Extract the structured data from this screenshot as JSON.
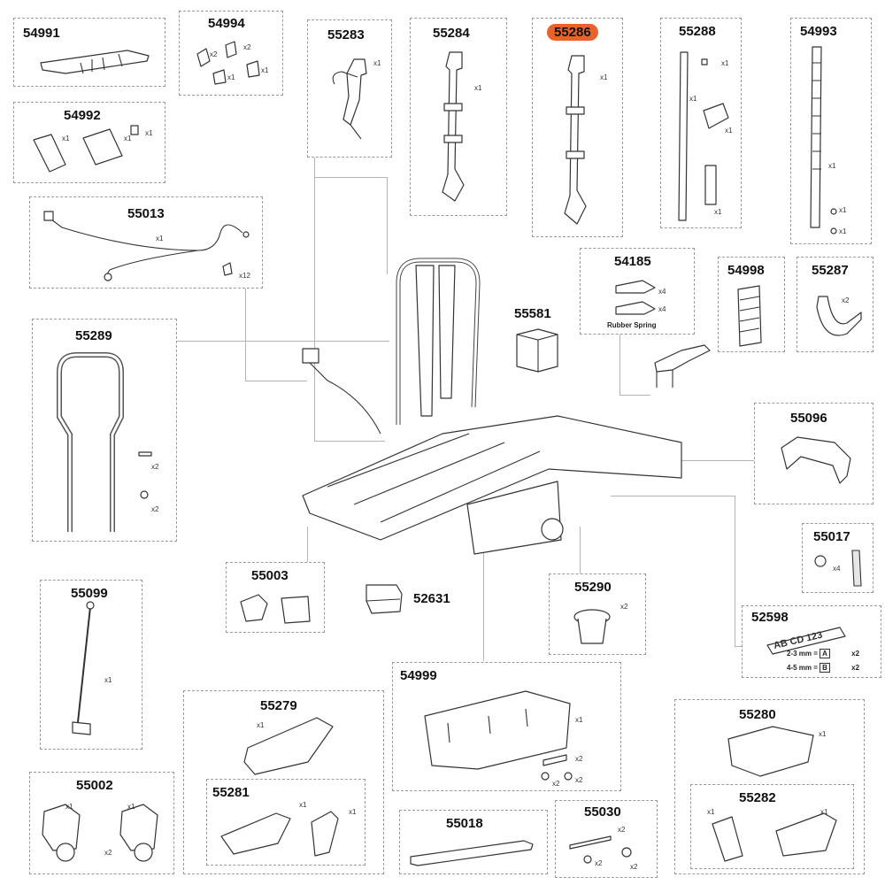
{
  "parts": {
    "p54991": {
      "number": "54991"
    },
    "p54994": {
      "number": "54994",
      "qty": [
        "x2",
        "x2",
        "x1",
        "x1"
      ]
    },
    "p54992": {
      "number": "54992",
      "qty": [
        "x1",
        "x1",
        "x1"
      ]
    },
    "p55013": {
      "number": "55013",
      "qty": [
        "x1",
        "x12"
      ]
    },
    "p55283": {
      "number": "55283",
      "qty": [
        "x1"
      ]
    },
    "p55284": {
      "number": "55284",
      "qty": [
        "x1"
      ]
    },
    "p55286": {
      "number": "55286",
      "qty": [
        "x1"
      ],
      "highlight": "#e8622c"
    },
    "p55288": {
      "number": "55288",
      "qty": [
        "x1",
        "x1",
        "x1",
        "x1"
      ]
    },
    "p54993": {
      "number": "54993",
      "qty": [
        "x1",
        "x1",
        "x1"
      ]
    },
    "p54185": {
      "number": "54185",
      "qty": [
        "x4",
        "x4"
      ],
      "caption": "Rubber Spring"
    },
    "p54998": {
      "number": "54998"
    },
    "p55287": {
      "number": "55287",
      "qty": [
        "x2"
      ]
    },
    "p55581": {
      "number": "55581"
    },
    "p55289": {
      "number": "55289",
      "qty": [
        "x2",
        "x2"
      ]
    },
    "p55096": {
      "number": "55096"
    },
    "p55017": {
      "number": "55017",
      "qty": [
        "x4"
      ]
    },
    "p55003": {
      "number": "55003"
    },
    "p52631": {
      "number": "52631"
    },
    "p55290": {
      "number": "55290",
      "qty": [
        "x2"
      ]
    },
    "p52598": {
      "number": "52598",
      "plate_text": "AB CD 123",
      "rows": [
        {
          "label": "2-3 mm =",
          "key": "A",
          "qty": "x2"
        },
        {
          "label": "4-5 mm =",
          "key": "B",
          "qty": "x2"
        }
      ]
    },
    "p55099": {
      "number": "55099",
      "qty": [
        "x1"
      ]
    },
    "p54999": {
      "number": "54999",
      "qty": [
        "x1",
        "x2",
        "x2",
        "x2"
      ]
    },
    "p55279": {
      "number": "55279",
      "qty": [
        "x1"
      ]
    },
    "p55280": {
      "number": "55280",
      "qty": [
        "x1"
      ]
    },
    "p55002": {
      "number": "55002",
      "qty": [
        "x1",
        "x1",
        "x2"
      ]
    },
    "p55281": {
      "number": "55281",
      "qty": [
        "x1",
        "x1"
      ]
    },
    "p55018": {
      "number": "55018"
    },
    "p55030": {
      "number": "55030",
      "qty": [
        "x2",
        "x2",
        "x2"
      ]
    },
    "p55282": {
      "number": "55282",
      "qty": [
        "x1",
        "x1"
      ]
    }
  },
  "colors": {
    "highlight": "#e8622c",
    "line": "#333333",
    "box_border": "#9a9a9a"
  }
}
